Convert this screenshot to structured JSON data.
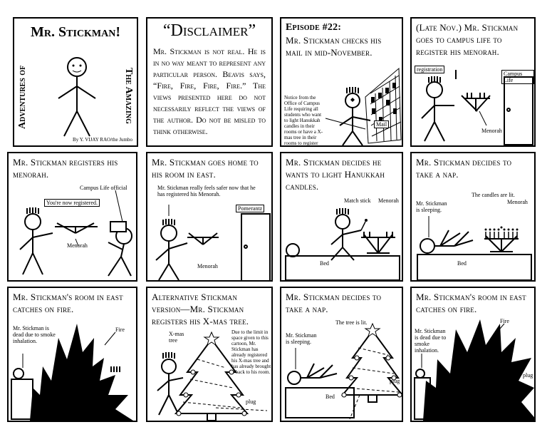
{
  "p1": {
    "title": "Mr. Stickman!",
    "left": "Adventures of",
    "right": "The Amazing",
    "byline": "By Y. VIJAY RAO/the Jumbo"
  },
  "p2": {
    "title": "“Disclaimer”",
    "text": "Mr. Stickman is not real. He is in no way meant to represent any particular person. Beavis says, “Fire, Fire, Fire, Fire.” The views presented here do not necessarily reflect the views of the author. Do not be misled to think otherwise."
  },
  "p3": {
    "caption1": "Episode #22:",
    "caption2": "Mr. Stickman checks his mail in mid-November.",
    "notice": "Notice from the Office of Campus Life requiring all students who want to light Hanukkah candles in their rooms or have a X-mas tree in their rooms to register with Campus Life.",
    "mail": "Mail"
  },
  "p4": {
    "caption": "(Late Nov.) Mr. Stickman goes to campus life to register his menorah.",
    "registration": "registration",
    "campus": "Campus Life",
    "menorah": "Menorah"
  },
  "p5": {
    "caption": "Mr. Stickman registers his menorah.",
    "official": "Campus Life official",
    "speech": "You're now registered.",
    "menorah": "Menorah"
  },
  "p6": {
    "caption": "Mr. Stickman goes home to his room in east.",
    "note": "Mr. Stickman really feels safer now that he has registered his Menorah.",
    "door": "Pomerantz",
    "menorah": "Menorah"
  },
  "p7": {
    "caption": "Mr. Stickman decides he wants to light Hanukkah candles.",
    "match": "Match stick",
    "menorah": "Menorah",
    "bed": "Bed"
  },
  "p8": {
    "caption": "Mr. Stickman decides to take a nap.",
    "sleeping": "Mr. Stickman is sleeping.",
    "lit": "The candles are lit.",
    "menorah": "Menorah",
    "bed": "Bed"
  },
  "p9": {
    "caption": "Mr. Stickman's room in east catches on fire.",
    "dead": "Mr. Stickman is dead due to smoke inhalation.",
    "fire": "Fire"
  },
  "p10": {
    "caption": "Alternative Stickman version—Mr. Stickman registers his X-mas tree.",
    "tree": "X-mas tree",
    "note": "Due to the limit in space given to this cartoon, Mr. Stickman has already registered his X-mas tree and has already brought it back to his room.",
    "plug": "plug"
  },
  "p11": {
    "caption": "Mr. Stickman decides to take a nap.",
    "lit": "The tree is lit.",
    "sleeping": "Mr. Stickman is sleeping.",
    "bed": "Bed",
    "plug": "plug"
  },
  "p12": {
    "caption": "Mr. Stickman's room in east catches on fire.",
    "dead": "Mr. Stickman is dead due to smoke inhalation.",
    "fire": "Fire",
    "plug": "plug"
  }
}
